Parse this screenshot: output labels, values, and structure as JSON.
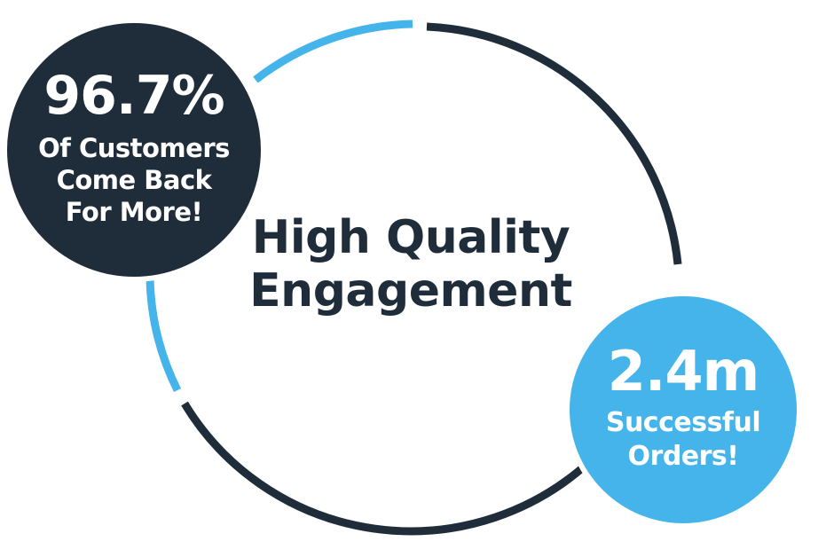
{
  "center": {
    "title_line1": "High Quality",
    "title_line2": "Engagement"
  },
  "stats": [
    {
      "value": "96.7%",
      "lines": [
        "Of Customers",
        "Come Back",
        "For More!"
      ],
      "color": "#1f2d3a"
    },
    {
      "value": "2.4m",
      "lines": [
        "Successful",
        "Orders!"
      ],
      "color": "#45b4ea"
    }
  ],
  "ring": {
    "accent_color": "#45b4ea",
    "primary_color": "#1f2d3a"
  }
}
